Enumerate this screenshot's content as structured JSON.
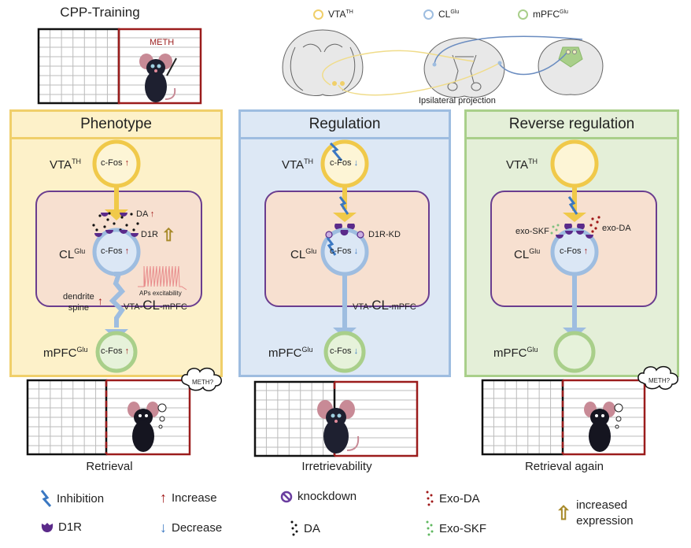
{
  "top": {
    "training_title": "CPP-Training",
    "meth_label": "METH",
    "brain_legend": [
      {
        "label": "VTA",
        "sup": "TH",
        "color": "#f0cf6a"
      },
      {
        "label": "CL",
        "sup": "Glu",
        "color": "#9ebde0"
      },
      {
        "label": "mPFC",
        "sup": "Glu",
        "color": "#a9cf8a"
      }
    ],
    "projection_label": "Ipsilateral projection"
  },
  "panels": [
    {
      "title": "Phenotype",
      "vta": {
        "label": "VTA",
        "sup": "TH",
        "marker": "c-Fos",
        "trend": "increase"
      },
      "cl": {
        "label": "CL",
        "sup": "Glu",
        "marker": "c-Fos",
        "trend": "increase"
      },
      "mpfc": {
        "label": "mPFC",
        "sup": "Glu",
        "marker": "c-Fos",
        "trend": "increase"
      },
      "annotations": {
        "da": "DA",
        "d1r": "D1R",
        "aps": "APs excitability",
        "dendrite": "dendrite",
        "spine": "spine",
        "pathway_pre": "VTA-",
        "pathway_main": "CL",
        "pathway_post": "-mPFC"
      },
      "caption": "Retrieval",
      "thought": "METH?"
    },
    {
      "title": "Regulation",
      "vta": {
        "label": "VTA",
        "sup": "TH",
        "marker": "c-Fos",
        "trend": "decrease"
      },
      "cl": {
        "label": "CL",
        "sup": "Glu",
        "marker": "c-Fos",
        "trend": "decrease"
      },
      "mpfc": {
        "label": "mPFC",
        "sup": "Glu",
        "marker": "c-Fos",
        "trend": "decrease"
      },
      "annotations": {
        "d1r_kd": "D1R-KD",
        "pathway_pre": "VTA-",
        "pathway_main": "CL",
        "pathway_post": "-mPFC"
      },
      "caption": "Irretrievability"
    },
    {
      "title": "Reverse regulation",
      "vta": {
        "label": "VTA",
        "sup": "TH"
      },
      "cl": {
        "label": "CL",
        "sup": "Glu",
        "marker": "c-Fos",
        "trend": "increase"
      },
      "mpfc": {
        "label": "mPFC",
        "sup": "Glu"
      },
      "annotations": {
        "exo_skf": "exo-SKF",
        "exo_da": "exo-DA"
      },
      "caption": "Retrieval again",
      "thought": "METH?"
    }
  ],
  "legend": [
    {
      "icon": "inhibition-icon",
      "label": "Inhibition"
    },
    {
      "icon": "increase-arrow-icon",
      "label": "Increase"
    },
    {
      "icon": "knockdown-icon",
      "label": "knockdown"
    },
    {
      "icon": "exo-da-icon",
      "label": "Exo-DA"
    },
    {
      "icon": "increased-expression-icon",
      "label": "increased\nexpression"
    },
    {
      "icon": "d1r-icon",
      "label": "D1R"
    },
    {
      "icon": "decrease-arrow-icon",
      "label": "Decrease"
    },
    {
      "icon": "da-icon",
      "label": "DA"
    },
    {
      "icon": "exo-skf-icon",
      "label": "Exo-SKF"
    }
  ],
  "colors": {
    "vta": "#f0c94a",
    "cl": "#9ebde0",
    "mpfc": "#a9cf8a",
    "increase": "#a01818",
    "decrease": "#3b78c2",
    "d1r": "#5b2a8a",
    "expression": "#a88a2a",
    "box_red": "#9b1c1c"
  }
}
